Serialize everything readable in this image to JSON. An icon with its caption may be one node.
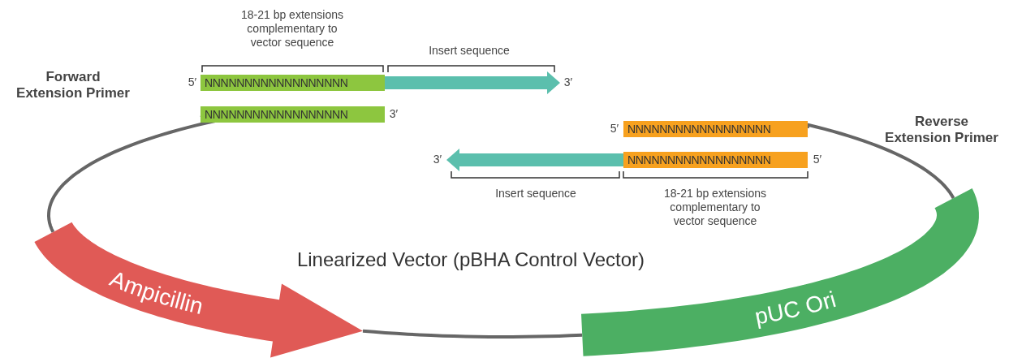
{
  "diagram": {
    "nodes": [
      {
        "text": [
          "Ampicillin"
        ]
      },
      {
        "text": [
          "pUC Ori"
        ]
      },
      {
        "text": [
          "NNNNNNNNNNNNNNNNNN"
        ]
      },
      {
        "text": [
          "NNNNNNNNNNNNNNNNNN"
        ]
      },
      {
        "text": [
          "NNNNNNNNNNNNNNNNNN"
        ]
      },
      {
        "text": [
          "NNNNNNNNNNNNNNNNNN"
        ]
      }
    ],
    "edges": [
      {
        "from": 3,
        "to": 0,
        "arrow": "none"
      },
      {
        "from": 0,
        "to": 1,
        "arrow": "none"
      },
      {
        "from": 1,
        "to": 4,
        "arrow": "none"
      },
      {
        "from": 2,
        "to": null,
        "arrow": "to"
      },
      {
        "from": 5,
        "to": null,
        "arrow": "to"
      }
    ],
    "labels": [
      "18-21 bp extensions complementary to vector sequence",
      "Insert sequence",
      "Forward Extension Primer",
      "5′",
      "3′",
      "3′",
      "5′",
      "Reverse Extension Primer",
      "3′",
      "5′",
      "Insert sequence",
      "18-21 bp extensions complementary to vector sequence",
      "Linearized Vector (pBHA Control Vector)"
    ]
  }
}
